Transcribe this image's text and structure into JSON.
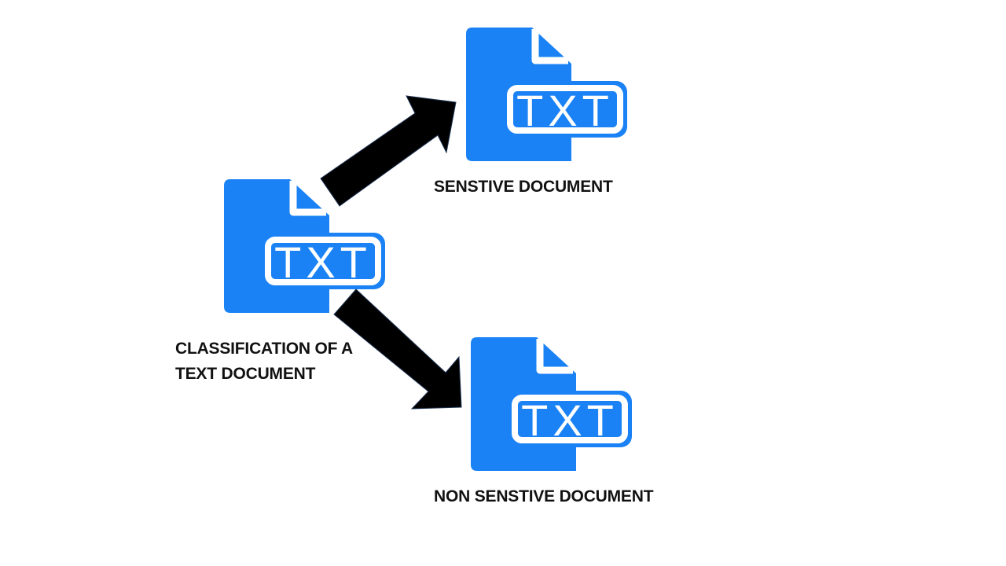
{
  "diagram": {
    "colors": {
      "icon_fill": "#1a82f5",
      "icon_text": "#ffffff",
      "arrow_fill": "#000000",
      "label_text": "#111111"
    },
    "nodes": {
      "source": {
        "icon": "txt-file-icon",
        "badge_text": "TXT",
        "label_lines": [
          "CLASSIFICATION OF A",
          "TEXT DOCUMENT"
        ]
      },
      "sensitive": {
        "icon": "txt-file-icon",
        "badge_text": "TXT",
        "label": "SENSTIVE DOCUMENT"
      },
      "non_sensitive": {
        "icon": "txt-file-icon",
        "badge_text": "TXT",
        "label": "NON SENSTIVE DOCUMENT"
      }
    },
    "edges": [
      {
        "from": "source",
        "to": "sensitive",
        "icon": "arrow-up-right-icon"
      },
      {
        "from": "source",
        "to": "non_sensitive",
        "icon": "arrow-down-right-icon"
      }
    ]
  }
}
